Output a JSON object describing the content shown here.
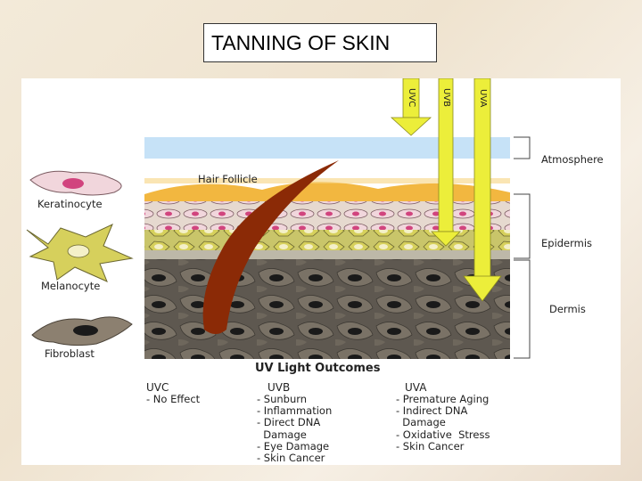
{
  "title": "TANNING OF SKIN",
  "cells": {
    "keratinocyte": "Keratinocyte",
    "melanocyte": "Melanocyte",
    "fibroblast": "Fibroblast"
  },
  "hair_follicle": "Hair Follicle",
  "rays": {
    "uvc": "UVC",
    "uvb": "UVB",
    "uva": "UVA"
  },
  "layers": {
    "atmosphere": "Atmosphere",
    "epidermis": "Epidermis",
    "dermis": "Dermis"
  },
  "outcomes": {
    "heading": "UV Light Outcomes",
    "uvc": {
      "label": "UVC",
      "items": [
        "- No Effect"
      ]
    },
    "uvb": {
      "label": "UVB",
      "items": [
        "- Sunburn",
        "- Inflammation",
        "- Direct DNA",
        "  Damage",
        "- Eye Damage",
        "- Skin Cancer"
      ]
    },
    "uva": {
      "label": "UVA",
      "items": [
        "- Premature Aging",
        "- Indirect DNA",
        "  Damage",
        "- Oxidative  Stress",
        "- Skin Cancer"
      ]
    }
  },
  "colors": {
    "atmosphere": "#c6e2f7",
    "arrow_yellow": "#ecee3a",
    "hair": "#8b2a06",
    "keratinocyte_fill": "#f1d6dc",
    "melanocyte_fill": "#d6d05c",
    "fibroblast_fill": "#8c8070",
    "dermis": "#5e5850"
  }
}
